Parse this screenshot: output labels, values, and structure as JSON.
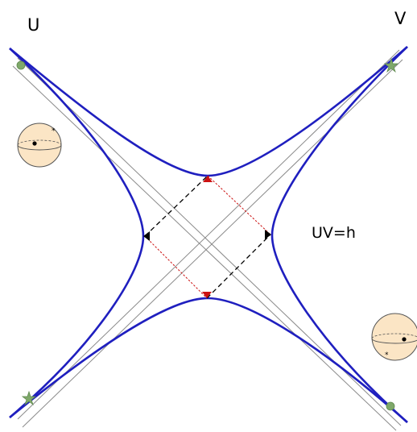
{
  "labels": {
    "u_axis": "U",
    "v_axis": "V",
    "equation": "UV=h"
  },
  "colors": {
    "hyperbola": "#1f1fbf",
    "light_cone": "#8a8a8a",
    "signal_black": "#000000",
    "signal_red": "#cc1111",
    "sphere_fill": "#fbe5c5",
    "sphere_stroke": "#555555",
    "green_marker": "#7fa86a"
  },
  "icons": {
    "circle_marker": "green-circle-marker-icon",
    "star_marker": "green-star-marker-icon",
    "sphere": "sphere-icon"
  }
}
